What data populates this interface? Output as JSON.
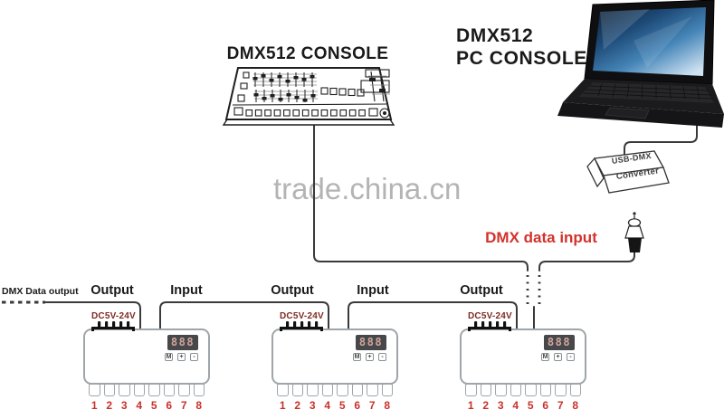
{
  "titles": {
    "console": "DMX512 CONSOLE",
    "pc_line1": "DMX512",
    "pc_line2": "PC CONSOLE"
  },
  "watermark": "trade.china.cn",
  "converter": {
    "line1": "USB-DMX",
    "line2": "Converter"
  },
  "annotations": {
    "dmx_data_input": "DMX data input",
    "dmx_data_output": "DMX Data output"
  },
  "link_labels": [
    {
      "text": "Output"
    },
    {
      "text": "Input"
    },
    {
      "text": "Output"
    },
    {
      "text": "Input"
    },
    {
      "text": "Output"
    }
  ],
  "devices": [
    {
      "power_label": "DC5V-24V",
      "display_value": "888",
      "buttons": [
        "M",
        "+",
        "-"
      ],
      "ports": [
        "1",
        "2",
        "3",
        "4",
        "5",
        "6",
        "7",
        "8"
      ]
    },
    {
      "power_label": "DC5V-24V",
      "display_value": "888",
      "buttons": [
        "M",
        "+",
        "-"
      ],
      "ports": [
        "1",
        "2",
        "3",
        "4",
        "5",
        "6",
        "7",
        "8"
      ]
    },
    {
      "power_label": "DC5V-24V",
      "display_value": "888",
      "buttons": [
        "M",
        "+",
        "-"
      ],
      "ports": [
        "1",
        "2",
        "3",
        "4",
        "5",
        "6",
        "7",
        "8"
      ]
    }
  ],
  "colors": {
    "accent_red": "#d3322c",
    "power_label_red": "#7d2c21",
    "port_number_red": "#c8312b",
    "watermark_gray": "#b4b4b4",
    "wire_gray": "#3a3a3a",
    "device_border": "#9fa5a9",
    "display_bg": "#47484a",
    "display_digits": "#d2a59e",
    "laptop_screen_blue": "#1d4a77"
  }
}
